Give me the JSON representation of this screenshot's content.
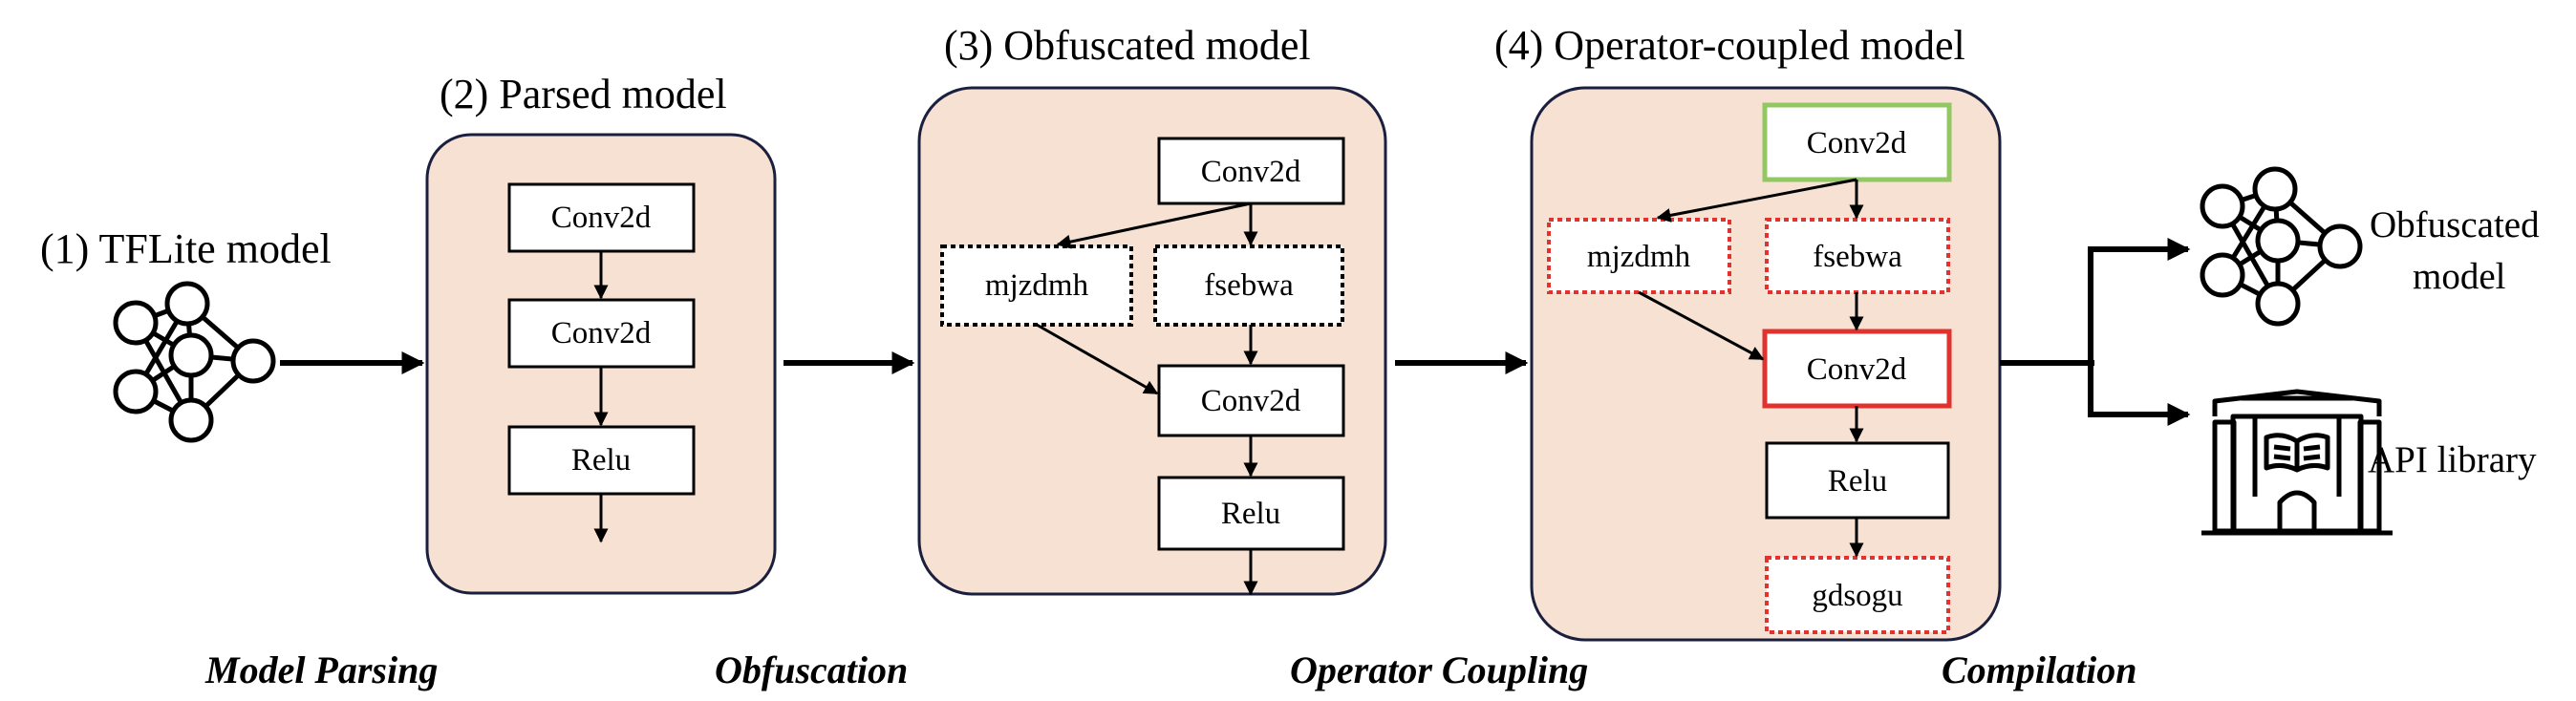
{
  "stages": [
    {
      "title": "(1) TFLite model"
    },
    {
      "title": "(2) Parsed model",
      "ops": [
        "Conv2d",
        "Conv2d",
        "Relu"
      ]
    },
    {
      "title": "(3) Obfuscated model",
      "ops": [
        "Conv2d",
        "mjzdmh",
        "fsebwa",
        "Conv2d",
        "Relu"
      ]
    },
    {
      "title": "(4) Operator-coupled model",
      "ops": [
        "Conv2d",
        "mjzdmh",
        "fsebwa",
        "Conv2d",
        "Relu",
        "gdsogu"
      ]
    }
  ],
  "steps": [
    "Model Parsing",
    "Obfuscation",
    "Operator Coupling",
    "Compilation"
  ],
  "outputs": [
    {
      "label_line1": "Obfuscated",
      "label_line2": "model",
      "icon": "neural-network-icon"
    },
    {
      "label": "API library",
      "icon": "library-building-icon"
    }
  ],
  "colors": {
    "panel_fill": "#f6e1d2",
    "panel_border": "#1a1f3d",
    "coupled_original": "#93c763",
    "coupled_highlight": "#e0322e"
  }
}
